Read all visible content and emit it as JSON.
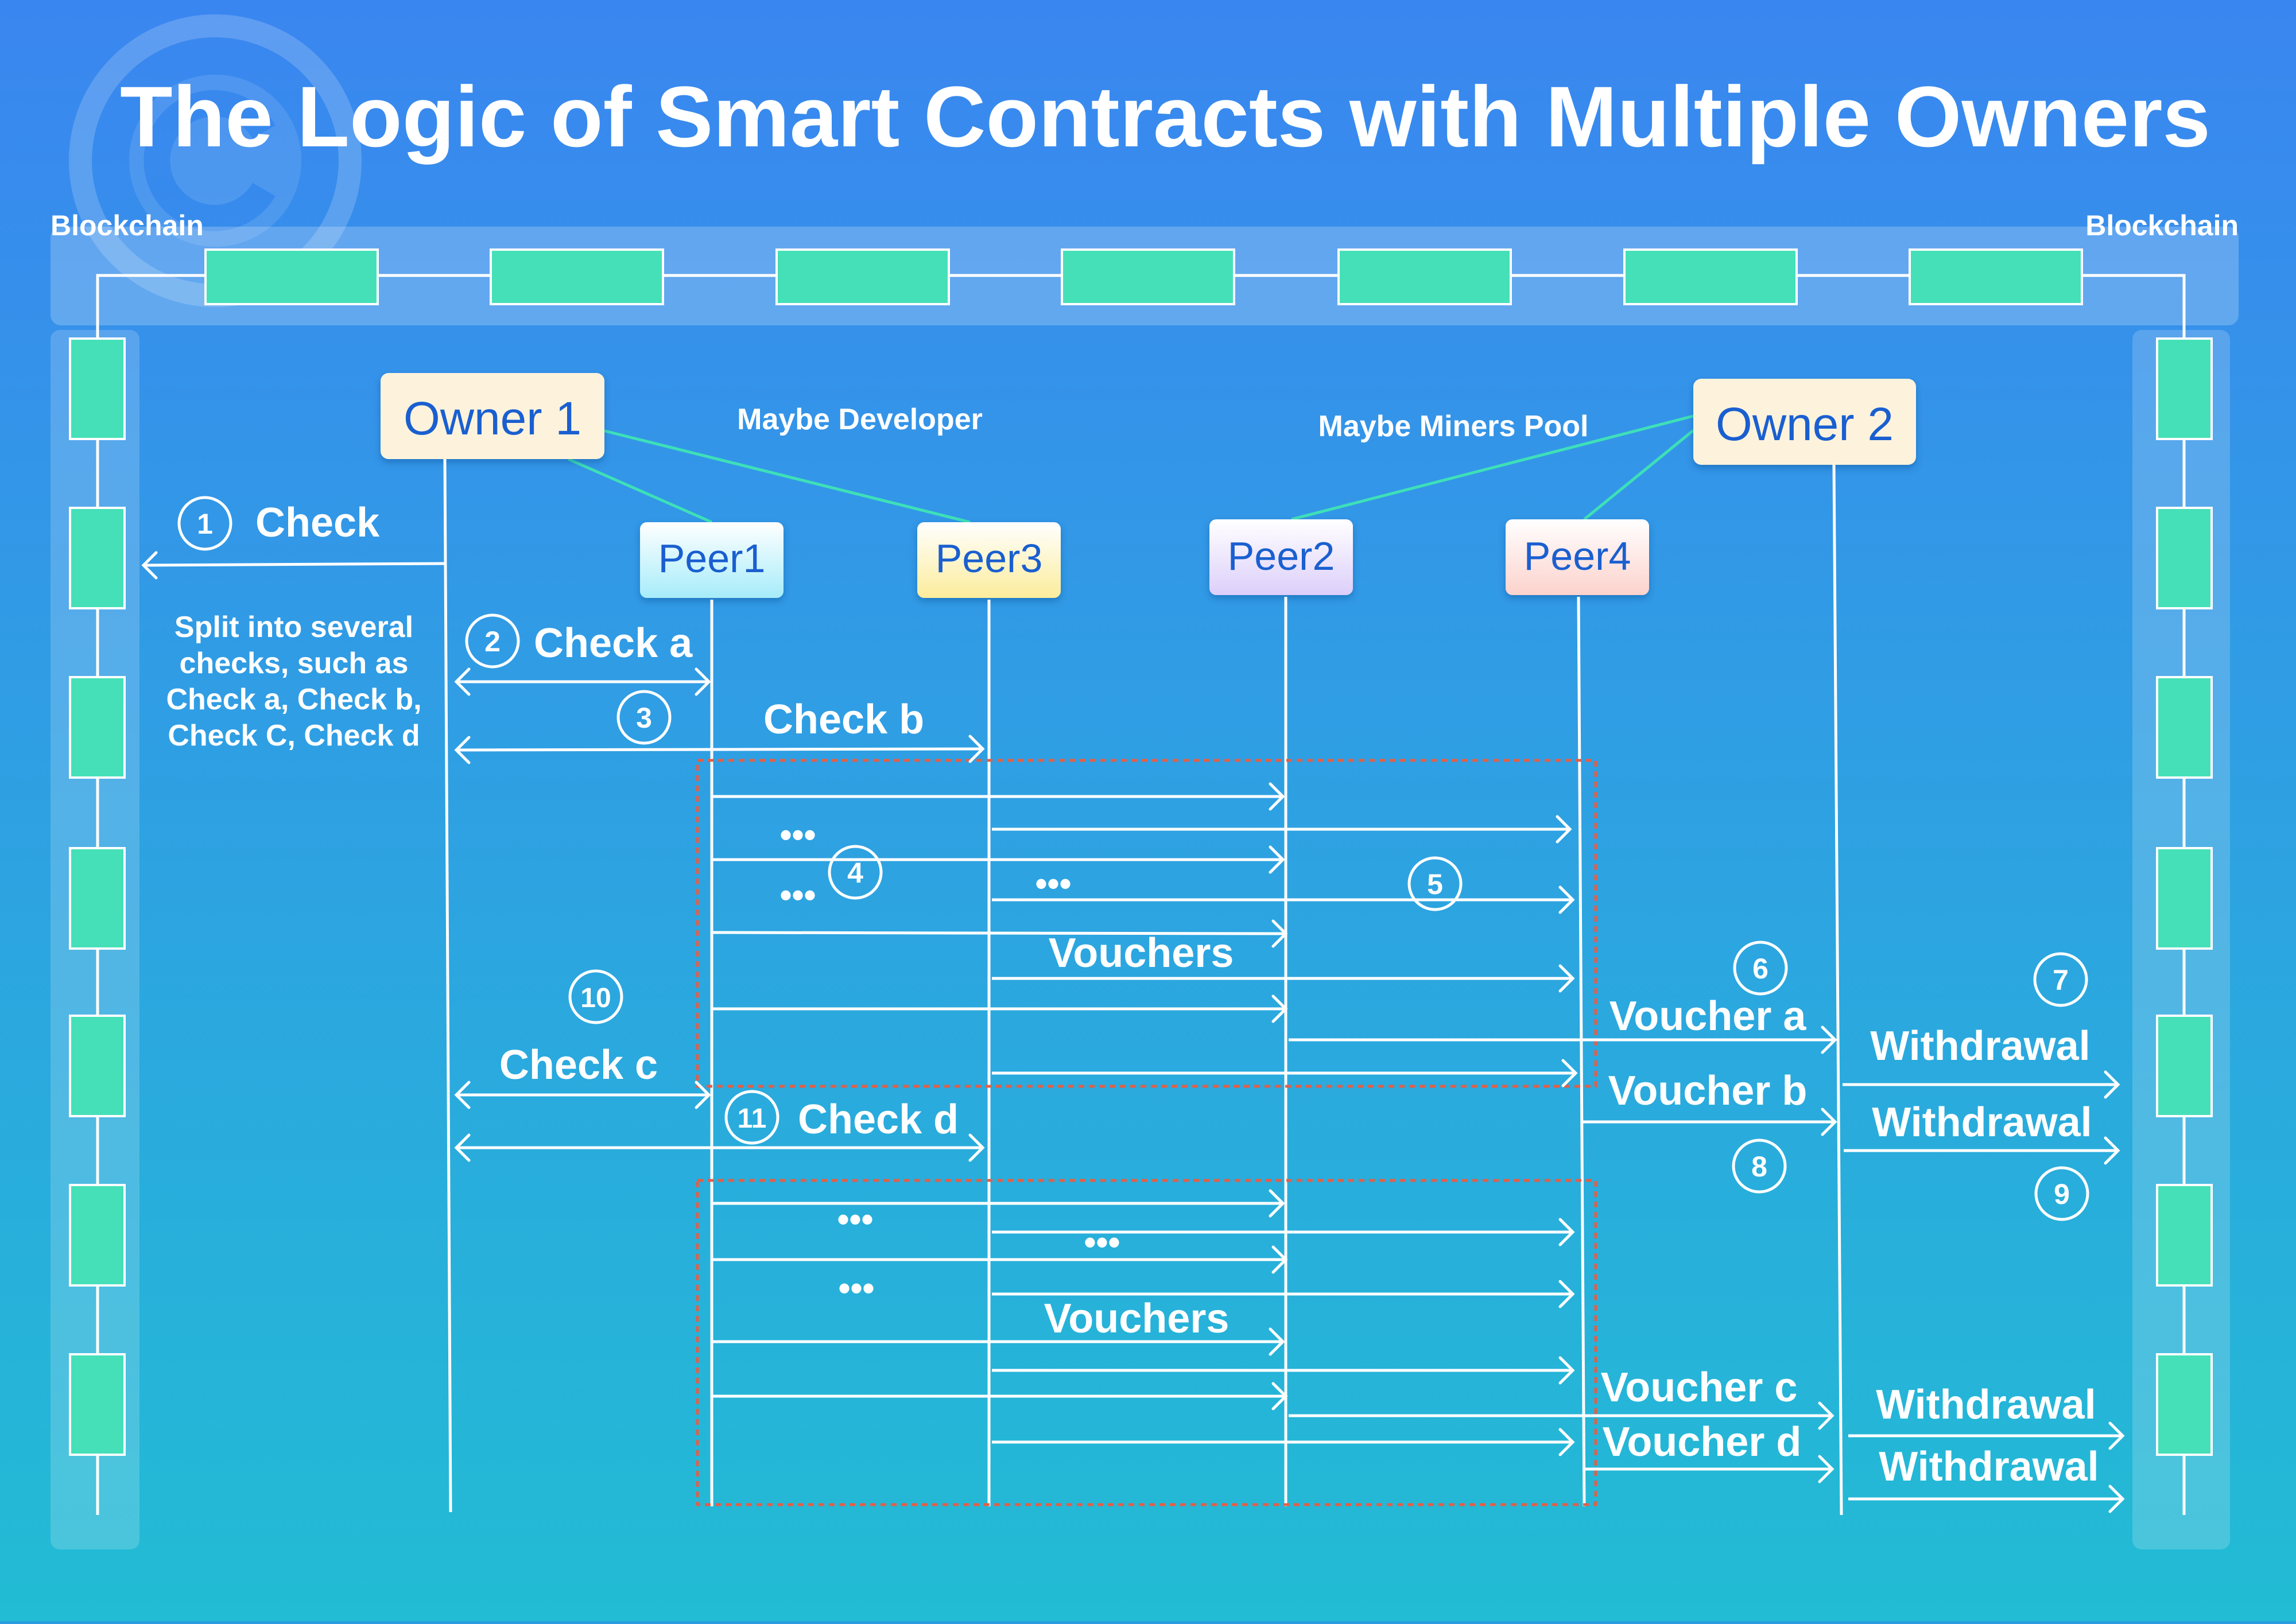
{
  "title": "The Logic of Smart Contracts with Multiple Owners",
  "blockchain_label_left": "Blockchain",
  "blockchain_label_right": "Blockchain",
  "owners": [
    {
      "id": "owner-1",
      "label": "Owner 1"
    },
    {
      "id": "owner-2",
      "label": "Owner 2"
    }
  ],
  "peers": [
    {
      "id": "peer1",
      "label": "Peer1",
      "color": "#b9f0fb"
    },
    {
      "id": "peer3",
      "label": "Peer3",
      "color": "#fdf2b0"
    },
    {
      "id": "peer2",
      "label": "Peer2",
      "color": "#e6dcfb"
    },
    {
      "id": "peer4",
      "label": "Peer4",
      "color": "#fde0dc"
    }
  ],
  "notes": {
    "maybe_developer": "Maybe Developer",
    "maybe_miners_pool": "Maybe Miners Pool",
    "split_line1": "Split into several",
    "split_line2": "checks, such as",
    "split_line3": "Check a, Check b,",
    "split_line4": "Check C, Check d"
  },
  "labels": {
    "check": "Check",
    "check_a": "Check a",
    "check_b": "Check b",
    "check_c": "Check c",
    "check_d": "Check d",
    "vouchers_1": "Vouchers",
    "vouchers_2": "Vouchers",
    "voucher_a": "Voucher a",
    "voucher_b": "Voucher b",
    "voucher_c": "Voucher c",
    "voucher_d": "Voucher d",
    "withdrawal_1": "Withdrawal",
    "withdrawal_2": "Withdrawal",
    "withdrawal_3": "Withdrawal",
    "withdrawal_4": "Withdrawal",
    "dots": "•••"
  },
  "steps": [
    "1",
    "2",
    "3",
    "4",
    "5",
    "6",
    "7",
    "8",
    "9",
    "10",
    "11"
  ],
  "colors": {
    "bg_top": "#3a86f0",
    "bg_bottom": "#22bcd4",
    "block": "#45e0b8",
    "owner_box": "#fdf3dc",
    "owner_text": "#1a5fd0",
    "peer_text": "#1a5fd0",
    "connector": "#3ee0b8",
    "dashed_frame": "#e0604a",
    "line": "#ffffff"
  }
}
